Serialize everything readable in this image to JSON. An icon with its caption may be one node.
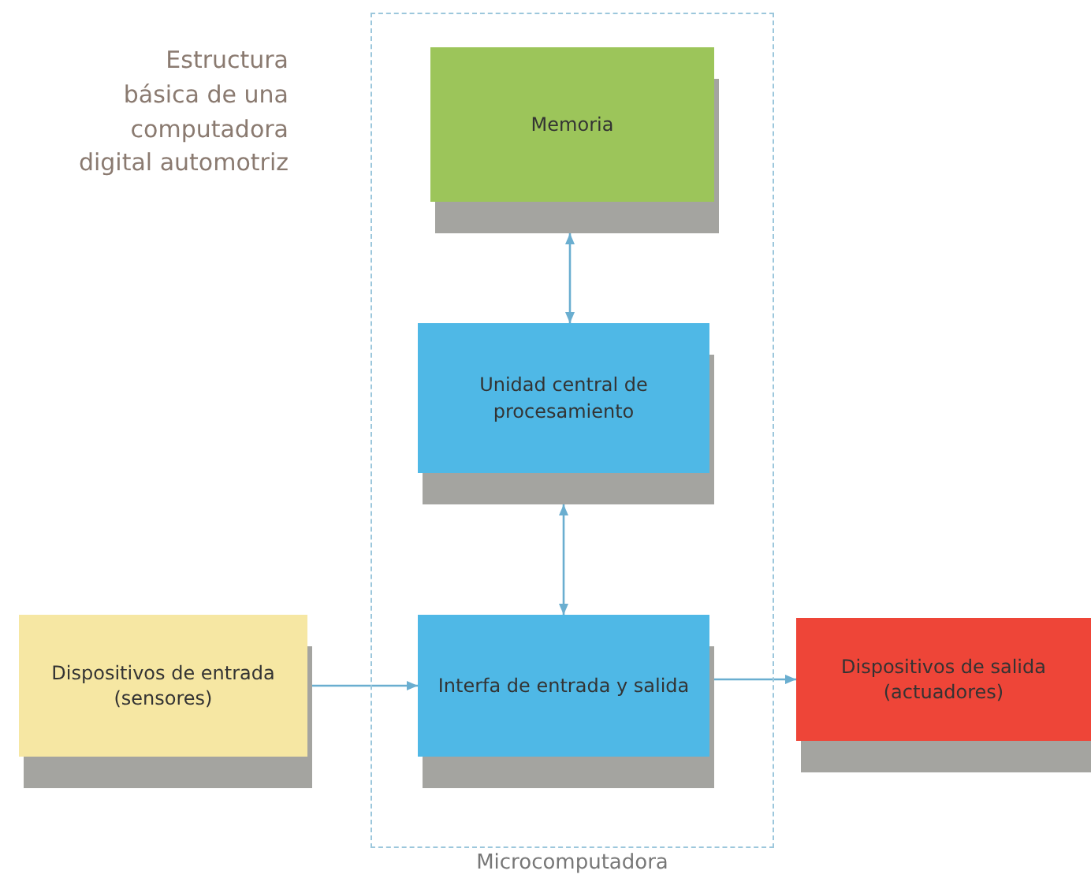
{
  "diagram": {
    "title": "Estructura básica de una computadora digital automotriz",
    "nodes": [
      {
        "text": [
          "Microcomputadora"
        ]
      },
      {
        "text": [
          "Memoria"
        ],
        "in": 0
      },
      {
        "text": [
          "Unidad central de procesamiento"
        ],
        "in": 0
      },
      {
        "text": [
          "Interfa de entrada y salida"
        ],
        "in": 0
      },
      {
        "text": [
          "Dispositivos de entrada (sensores)"
        ]
      },
      {
        "text": [
          "Dispositivos de salida (actuadores)"
        ]
      }
    ],
    "edges": [
      {
        "from": 1,
        "to": 2,
        "arrow": "both"
      },
      {
        "from": 2,
        "to": 3,
        "arrow": "both"
      },
      {
        "from": 4,
        "to": 3,
        "arrow": "to"
      },
      {
        "from": 3,
        "to": 5,
        "arrow": "to"
      }
    ]
  }
}
